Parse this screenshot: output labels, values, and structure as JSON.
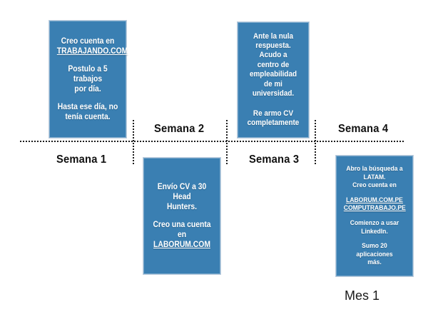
{
  "timeline": {
    "axis": {
      "style": "dotted",
      "color": "#1c1c1c",
      "tick_count": 3
    },
    "period_labels": [
      {
        "id": "week-1",
        "text": "Semana 1",
        "position": "below"
      },
      {
        "id": "week-2",
        "text": "Semana 2",
        "position": "above"
      },
      {
        "id": "week-3",
        "text": "Semana 3",
        "position": "below"
      },
      {
        "id": "week-4",
        "text": "Semana 4",
        "position": "above"
      }
    ],
    "month_label": "Mes 1",
    "box_color": "#3a7fb2",
    "box_text_color": "#ffffff"
  },
  "events": [
    {
      "id": "event-week-1",
      "paragraphs": [
        {
          "lines": [
            {
              "text": "Creo cuenta en",
              "underline": false
            },
            {
              "text": "TRABAJANDO.COM",
              "underline": true
            }
          ]
        },
        {
          "lines": [
            {
              "text": "Postulo a 5 trabajos",
              "underline": false
            },
            {
              "text": "por día.",
              "underline": false
            }
          ]
        },
        {
          "lines": [
            {
              "text": "Hasta ese día, no",
              "underline": false
            },
            {
              "text": "tenía cuenta.",
              "underline": false
            }
          ]
        }
      ]
    },
    {
      "id": "event-week-2",
      "paragraphs": [
        {
          "lines": [
            {
              "text": "Envío CV a 30 Head",
              "underline": false
            },
            {
              "text": "Hunters.",
              "underline": false
            }
          ]
        },
        {
          "lines": [
            {
              "text": "Creo una cuenta en",
              "underline": false
            },
            {
              "text": "LABORUM.COM",
              "underline": true
            }
          ]
        }
      ]
    },
    {
      "id": "event-week-3",
      "paragraphs": [
        {
          "lines": [
            {
              "text": "Ante la nula",
              "underline": false
            },
            {
              "text": "respuesta. Acudo a",
              "underline": false
            },
            {
              "text": "centro de",
              "underline": false
            },
            {
              "text": "empleabilidad de mi",
              "underline": false
            },
            {
              "text": "universidad.",
              "underline": false
            }
          ]
        },
        {
          "lines": [
            {
              "text": "Re armo CV",
              "underline": false
            },
            {
              "text": "completamente",
              "underline": false
            }
          ]
        }
      ]
    },
    {
      "id": "event-week-4",
      "paragraphs": [
        {
          "lines": [
            {
              "text": "Abro la búsqueda a",
              "underline": false
            },
            {
              "text": "LATAM.",
              "underline": false
            },
            {
              "text": "Creo cuenta en",
              "underline": false
            }
          ]
        },
        {
          "lines": [
            {
              "text": "LABORUM.COM.PE",
              "underline": true
            },
            {
              "text": "COMPUTRABAJO.PE",
              "underline": true
            }
          ]
        },
        {
          "lines": [
            {
              "text": "Comienzo a usar",
              "underline": false
            },
            {
              "text": "LinkedIn.",
              "underline": false
            }
          ]
        },
        {
          "lines": [
            {
              "text": "Sumo 20 aplicaciones",
              "underline": false
            },
            {
              "text": "más.",
              "underline": false
            }
          ]
        }
      ]
    }
  ]
}
